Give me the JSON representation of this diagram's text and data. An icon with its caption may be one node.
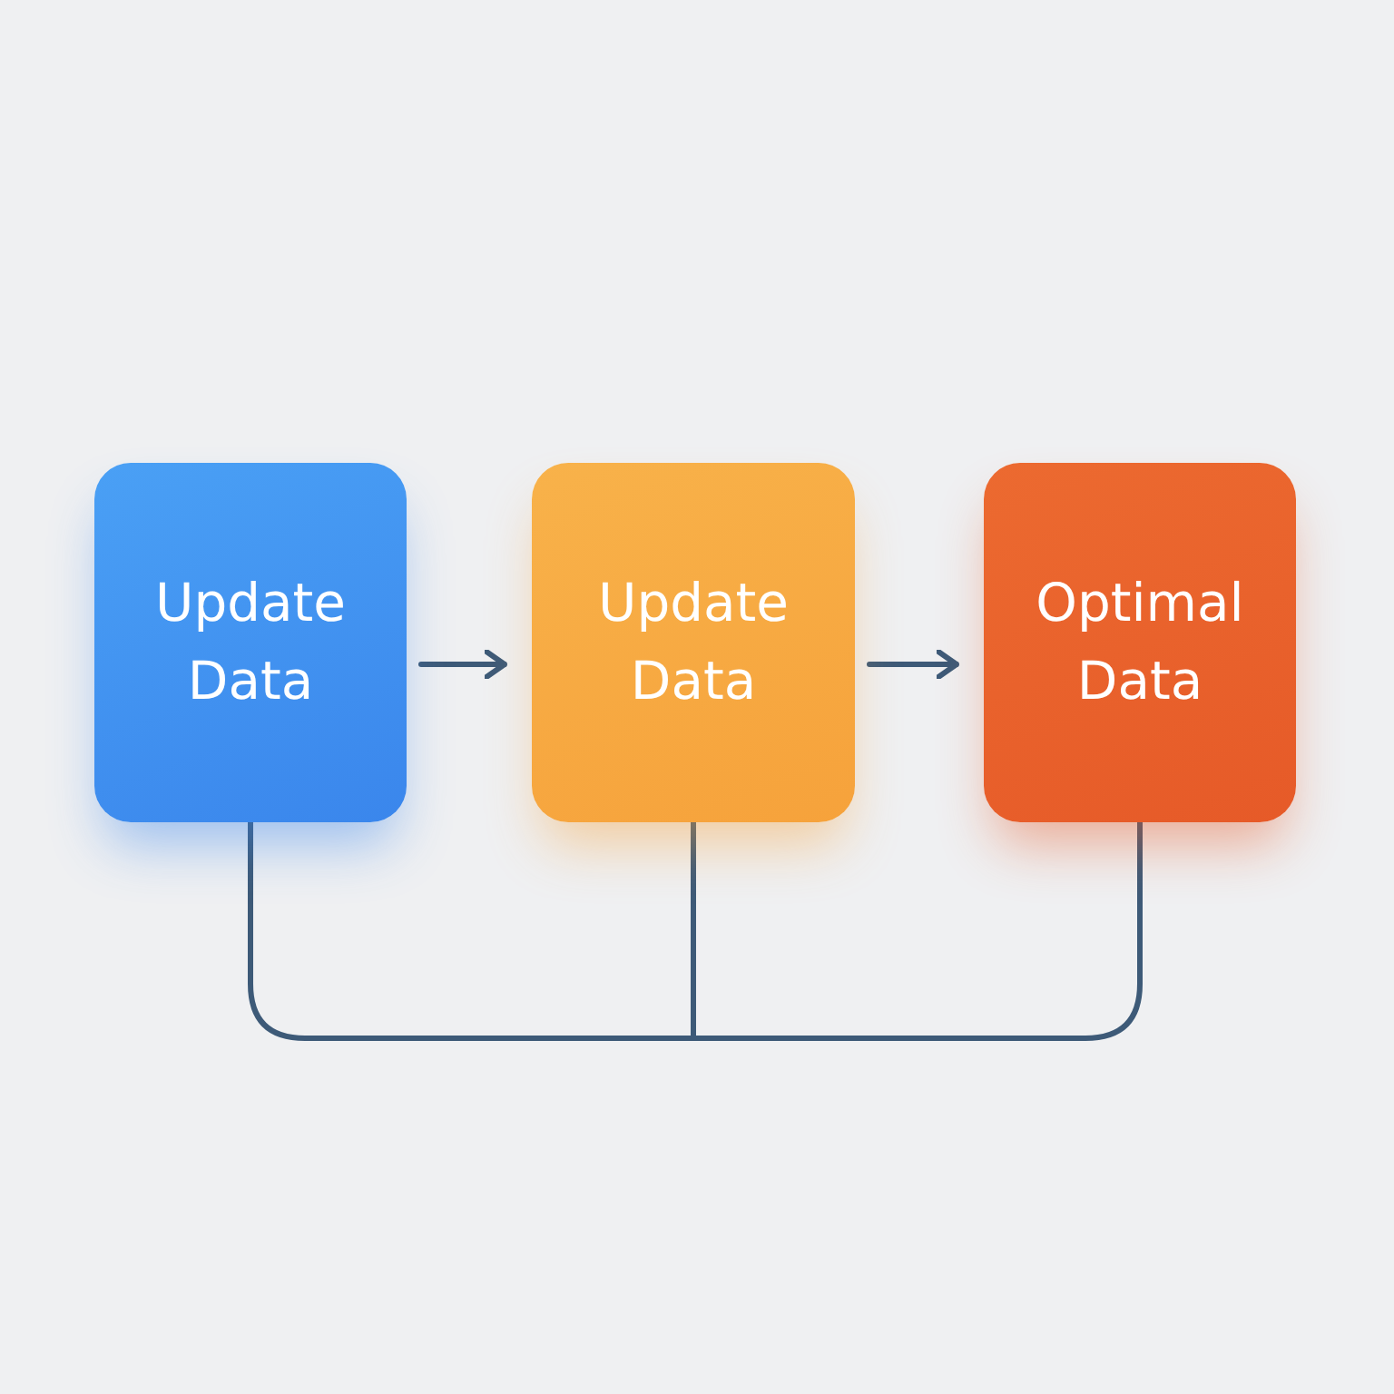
{
  "diagram": {
    "nodes": [
      {
        "text": [
          "Update Data"
        ]
      },
      {
        "text": [
          "Update Data"
        ]
      },
      {
        "text": [
          "Optimal Data"
        ]
      }
    ],
    "edges": [
      {
        "from": 0,
        "to": 1,
        "arrow": "to"
      },
      {
        "from": 1,
        "to": 2,
        "arrow": "to"
      },
      {
        "from": 0,
        "to": 1,
        "arrow": "none"
      },
      {
        "from": 1,
        "to": 2,
        "arrow": "none"
      }
    ]
  }
}
